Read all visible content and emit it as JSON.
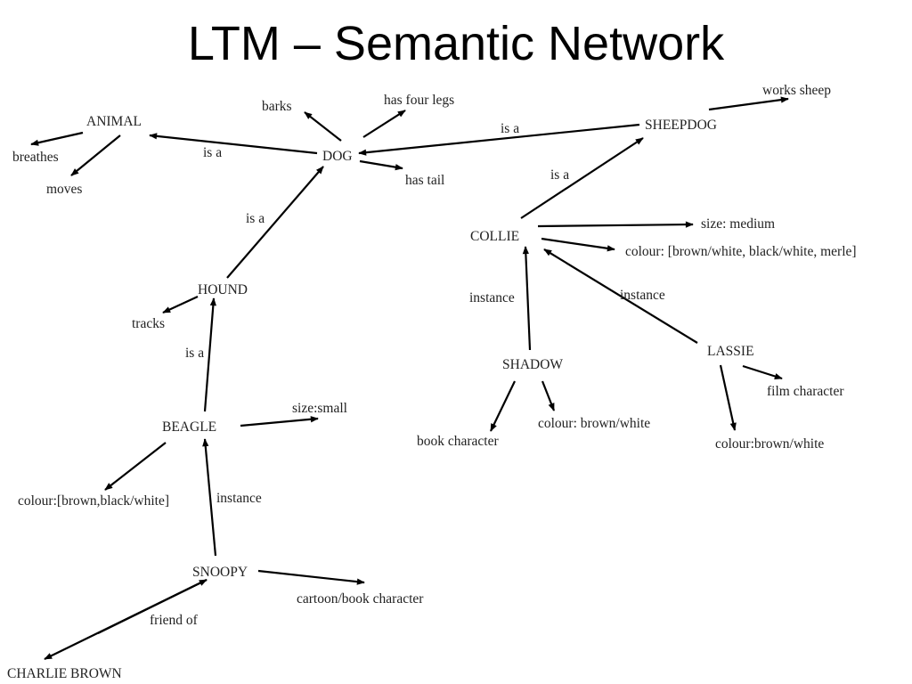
{
  "slide": {
    "title": "LTM – Semantic Network"
  },
  "nodes": {
    "animal": "ANIMAL",
    "breathes": "breathes",
    "moves": "moves",
    "barks": "barks",
    "has_four_legs": "has four legs",
    "dog": "DOG",
    "has_tail": "has tail",
    "works_sheep": "works sheep",
    "sheepdog": "SHEEPDOG",
    "collie": "COLLIE",
    "size_medium": "size: medium",
    "colour_collie": "colour: [brown/white, black/white, merle]",
    "hound": "HOUND",
    "tracks": "tracks",
    "beagle": "BEAGLE",
    "size_small": "size:small",
    "colour_beagle": "colour:[brown,black/white]",
    "shadow": "SHADOW",
    "book_character": "book character",
    "colour_shadow": "colour: brown/white",
    "lassie": "LASSIE",
    "film_character": "film character",
    "colour_lassie": "colour:brown/white",
    "snoopy": "SNOOPY",
    "cartoon_book_character": "cartoon/book character",
    "charlie_brown": "CHARLIE BROWN"
  },
  "edge_labels": {
    "dog_animal": "is a",
    "dog_sheepdog": "is a",
    "collie_sheepdog": "is a",
    "hound_dog": "is a",
    "beagle_hound": "is a",
    "shadow_collie": "instance",
    "lassie_collie": "instance",
    "snoopy_beagle": "instance",
    "snoopy_charlie": "friend of"
  }
}
